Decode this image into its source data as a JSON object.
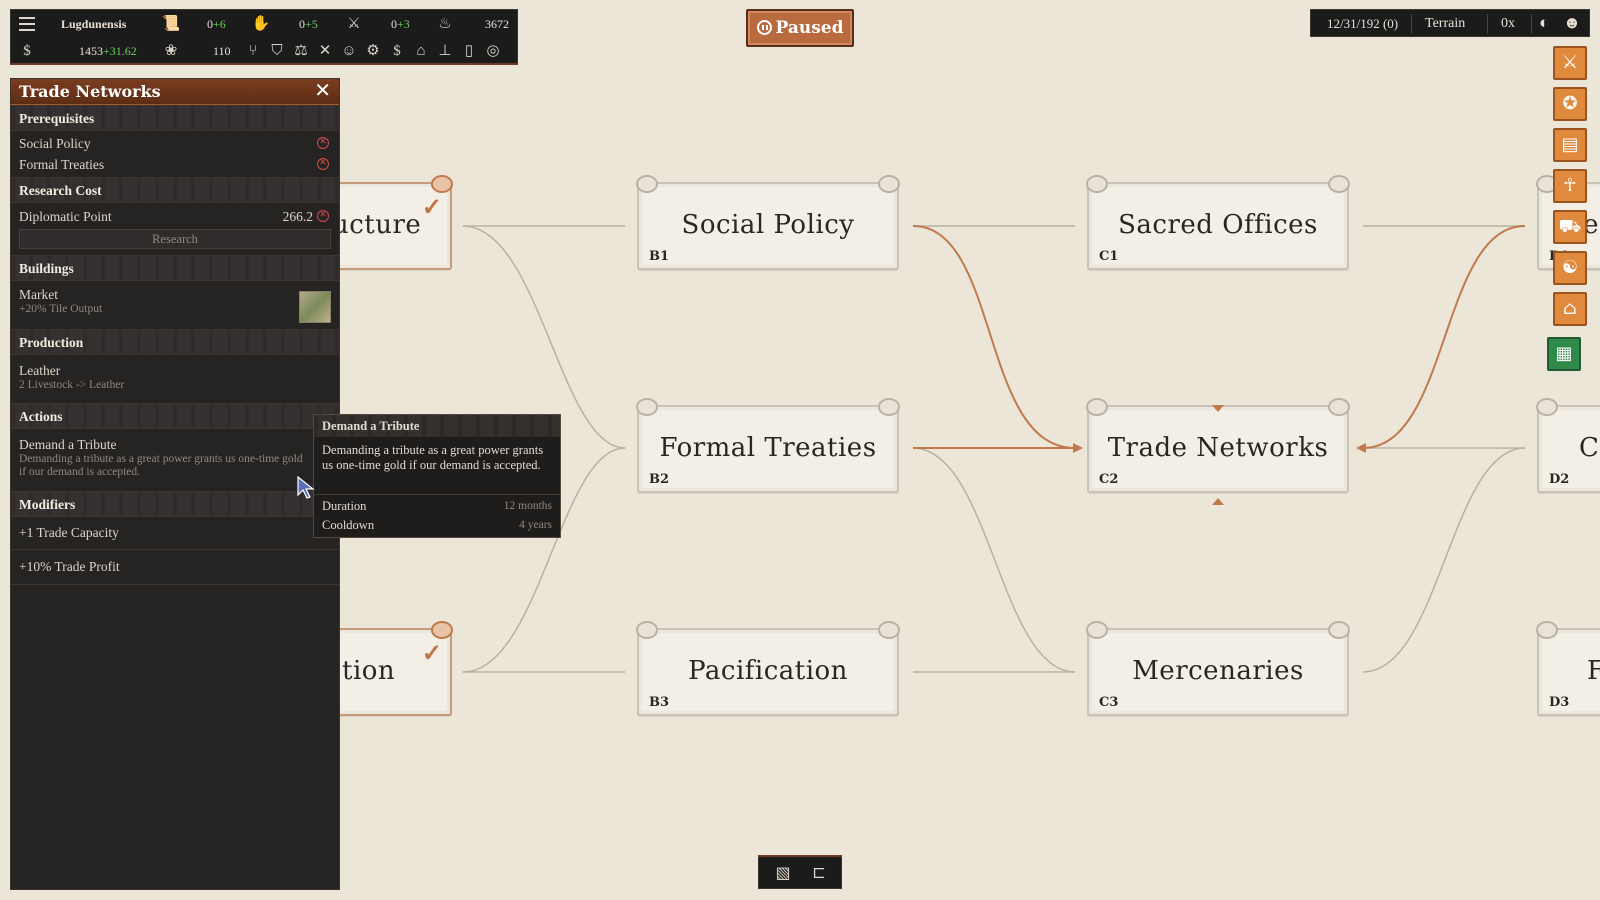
{
  "topbar": {
    "province": "Lugdunensis",
    "stat1": "0",
    "stat1_delta": "+6",
    "stat2": "0",
    "stat2_delta": "+5",
    "stat3": "0",
    "stat3_delta": "+3",
    "stat4": "3672",
    "gold": "1453",
    "gold_delta": "+31.62",
    "population": "110",
    "icons": [
      "scroll-icon",
      "pray-icon",
      "swords-icon",
      "wheat-icon",
      "coins-icon",
      "laurel-icon"
    ]
  },
  "paused": {
    "label": "Paused"
  },
  "topright": {
    "date": "12/31/192 (0)",
    "terrain": "Terrain",
    "speed": "0x"
  },
  "panel": {
    "title": "Trade Networks",
    "sections": {
      "prerequisites": "Prerequisites",
      "research_cost": "Research Cost",
      "buildings": "Buildings",
      "production": "Production",
      "actions": "Actions",
      "modifiers": "Modifiers"
    },
    "prerequisites": [
      "Social Policy",
      "Formal Treaties"
    ],
    "cost": {
      "label": "Diplomatic Point",
      "value": "266.2"
    },
    "research_button": "Research",
    "building": {
      "name": "Market",
      "effect": "+20% Tile Output"
    },
    "production": {
      "name": "Leather",
      "recipe": "2 Livestock -> Leather"
    },
    "action": {
      "name": "Demand a Tribute",
      "desc": "Demanding a tribute as a great power grants us one-time gold if our demand is accepted."
    },
    "modifiers": [
      "+1 Trade Capacity",
      "+10% Trade Profit"
    ]
  },
  "tooltip": {
    "title": "Demand a Tribute",
    "desc": "Demanding a tribute as a great power grants us one-time gold if our demand is accepted.",
    "duration_label": "Duration",
    "duration_value": "12 months",
    "cooldown_label": "Cooldown",
    "cooldown_value": "4 years"
  },
  "tree": {
    "nodes": {
      "a1": {
        "title": "ucture",
        "code": "",
        "researched": true
      },
      "a3": {
        "title": "tion",
        "code": "",
        "researched": true
      },
      "b1": {
        "title": "Social Policy",
        "code": "B1"
      },
      "b2": {
        "title": "Formal Treaties",
        "code": "B2"
      },
      "b3": {
        "title": "Pacification",
        "code": "B3"
      },
      "c1": {
        "title": "Sacred Offices",
        "code": "C1"
      },
      "c2": {
        "title": "Trade Networks",
        "code": "C2"
      },
      "c3": {
        "title": "Mercenaries",
        "code": "C3"
      },
      "d1": {
        "title": "Re",
        "code": "D1"
      },
      "d2": {
        "title": "Ci",
        "code": "D2"
      },
      "d3": {
        "title": "F",
        "code": "D3"
      }
    },
    "highlight_color": "#c07a4d",
    "line_color": "#b5ada0"
  },
  "right_icons": [
    "military-icon",
    "scroll-badge-icon",
    "map-icon",
    "religion-icon",
    "trade-icon",
    "diplomacy-icon",
    "building-icon",
    "research-tree-icon"
  ],
  "bottom_toggle": [
    "map-view-icon",
    "tree-view-icon"
  ]
}
